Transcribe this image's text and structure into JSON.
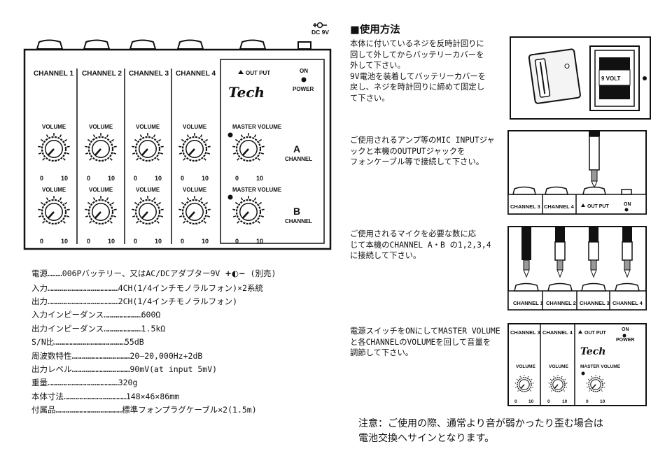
{
  "mixer": {
    "dc_label_1": "DC 9V",
    "channel_labels": [
      "CHANNEL 1",
      "CHANNEL 2",
      "CHANNEL 3",
      "CHANNEL 4"
    ],
    "volume_label": "VOLUME",
    "master_volume_label": "MASTER VOLUME",
    "scale_min": "0",
    "scale_max": "10",
    "output_label": "OUT PUT",
    "on_label": "ON",
    "power_label": "POWER",
    "brand": "Tech",
    "channel_a": "A",
    "channel_b": "B",
    "channel_word": "CHANNEL"
  },
  "specs": {
    "power_line": "電源………006Pバッテリー、又はAC/DCアダプター9V",
    "power_suffix": "(別売)",
    "rows": [
      {
        "label": "入力",
        "value": "4CH(1/4インチモノラルフォン)×2系統"
      },
      {
        "label": "出力",
        "value": "2CH(1/4インチモノラルフォン)"
      },
      {
        "label": "入力インピーダンス",
        "value": "600Ω"
      },
      {
        "label": "出力インピーダンス",
        "value": "1.5kΩ"
      },
      {
        "label": "S/N比",
        "value": "55dB"
      },
      {
        "label": "周波数特性",
        "value": "20―20,000Hz+2dB"
      },
      {
        "label": "出力レベル",
        "value": "90mV(at input 5mV)"
      },
      {
        "label": "重量",
        "value": "320g"
      },
      {
        "label": "本体寸法",
        "value": "148×46×86mm"
      },
      {
        "label": "付属品",
        "value": "標準フォンプラグケーブル×2(1.5m)"
      }
    ]
  },
  "usage": {
    "heading": "■使用方法",
    "step1": [
      "本体に付いているネジを反時計回りに",
      "回して外してからバッテリーカバーを",
      "外して下さい。",
      "9V電池を装着してバッテリーカバーを",
      "戻し、ネジを時計回りに締めて固定し",
      "て下さい。"
    ],
    "step2": [
      "ご使用されるアンプ等のMIC INPUTジャ",
      "ックと本機のOUTPUTジャックを",
      "フォンケーブル等で接続して下さい。"
    ],
    "step3": [
      "ご使用されるマイクを必要な数に応",
      "じて本機のCHANNEL A・B の1,2,3,4",
      "に接続して下さい。"
    ],
    "step4": [
      "電源スイッチをONにしてMASTER VOLUME",
      "と各CHANNELのVOLUMEを回して音量を",
      "調節して下さい。"
    ],
    "battery_label": "9 VOLT",
    "fig_channels": [
      "CHANNEL 1",
      "CHANNEL 2",
      "CHANNEL 3",
      "CHANNEL 4"
    ],
    "fig_output": "OUT PUT",
    "fig_on": "ON",
    "fig_power": "POWER"
  },
  "note": [
    "注意：ご使用の際、通常より音が弱かったり歪む場合は",
    "電池交換へサインとなります。"
  ]
}
